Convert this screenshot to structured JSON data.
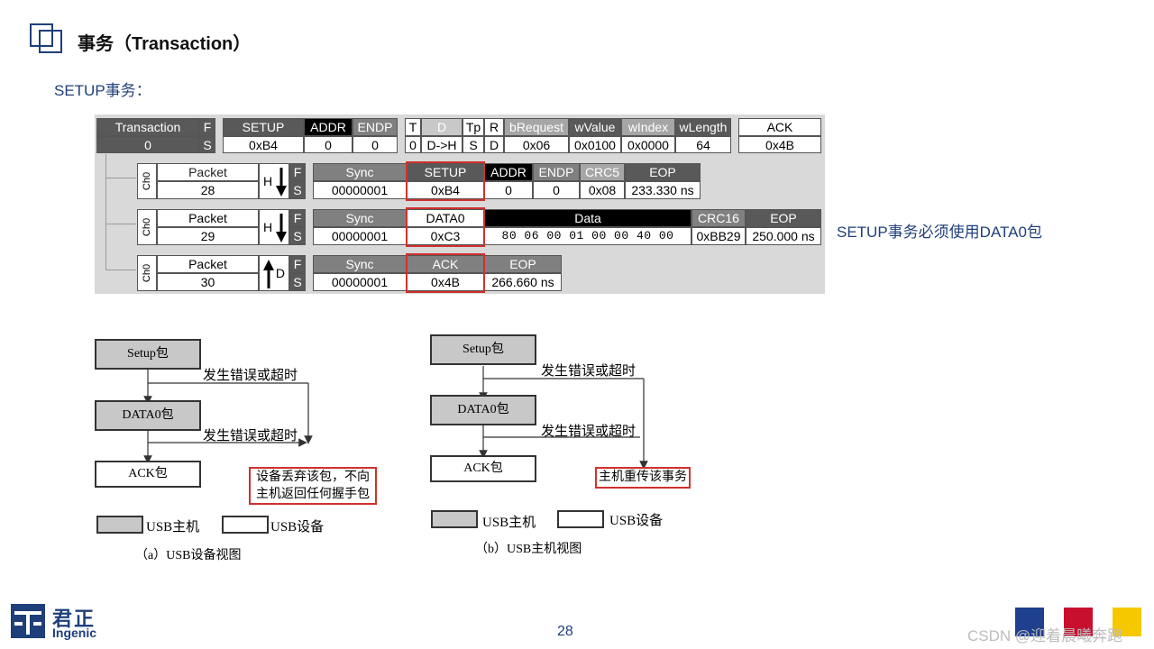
{
  "header": {
    "title": "事务（Transaction）",
    "subtitle": "SETUP事务："
  },
  "note": "SETUP事务必须使用DATA0包",
  "analyzer": {
    "transaction": {
      "headers": [
        "Transaction",
        "F",
        "SETUP",
        "ADDR",
        "ENDP",
        "T",
        "D",
        "Tp",
        "R",
        "bRequest",
        "wValue",
        "wIndex",
        "wLength",
        "ACK"
      ],
      "values": [
        "0",
        "S",
        "0xB4",
        "0",
        "0",
        "0",
        "D->H",
        "S",
        "D",
        "0x06",
        "0x0100",
        "0x0000",
        "64",
        "0x4B"
      ]
    },
    "packet1": {
      "ch": "Ch0",
      "label": "Packet",
      "num": "28",
      "dir": "H",
      "f": "F",
      "s": "S",
      "headers": [
        "Sync",
        "SETUP",
        "ADDR",
        "ENDP",
        "CRC5",
        "EOP"
      ],
      "values": [
        "00000001",
        "0xB4",
        "0",
        "0",
        "0x08",
        "233.330 ns"
      ]
    },
    "packet2": {
      "ch": "Ch0",
      "label": "Packet",
      "num": "29",
      "dir": "H",
      "f": "F",
      "s": "S",
      "headers": [
        "Sync",
        "DATA0",
        "Data",
        "CRC16",
        "EOP"
      ],
      "values": [
        "00000001",
        "0xC3",
        "80 06 00 01 00 00 40 00",
        "0xBB29",
        "250.000 ns"
      ]
    },
    "packet3": {
      "ch": "Ch0",
      "label": "Packet",
      "num": "30",
      "dir": "D",
      "f": "F",
      "s": "S",
      "headers": [
        "Sync",
        "ACK",
        "EOP"
      ],
      "values": [
        "00000001",
        "0x4B",
        "266.660 ns"
      ]
    }
  },
  "diagram_a": {
    "setup": "Setup包",
    "data0": "DATA0包",
    "ack": "ACK包",
    "error1": "发生错误或超时",
    "error2": "发生错误或超时",
    "note_line1": "设备丢弃该包，不向",
    "note_line2": "主机返回任何握手包",
    "legend_host": "USB主机",
    "legend_device": "USB设备",
    "caption": "（a）USB设备视图"
  },
  "diagram_b": {
    "setup": "Setup包",
    "data0": "DATA0包",
    "ack": "ACK包",
    "error1": "发生错误或超时",
    "error2": "发生错误或超时",
    "note": "主机重传该事务",
    "legend_host": "USB主机",
    "legend_device": "USB设备",
    "caption": "（b）USB主机视图"
  },
  "footer": {
    "page": "28",
    "brand_cn": "君正",
    "brand_en": "Ingenic",
    "watermark": "CSDN @迎着晨曦奔跑"
  },
  "colors": {
    "accent_blue": "#1f3f7a",
    "highlight_red": "#d0312d",
    "corner_blue": "#1f3f8f",
    "corner_red": "#c8102e",
    "corner_yellow": "#f5c800"
  }
}
